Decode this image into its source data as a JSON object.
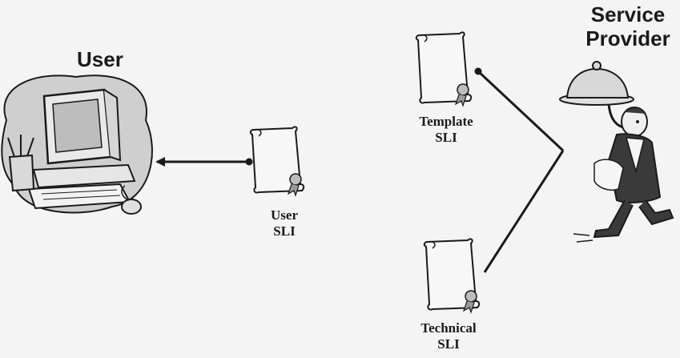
{
  "actors": {
    "user": {
      "label": "User",
      "icon": "computer-icon"
    },
    "provider": {
      "label_line1": "Service",
      "label_line2": "Provider",
      "icon": "waiter-icon"
    }
  },
  "documents": {
    "user_sli": {
      "line1": "User",
      "line2": "SLI",
      "icon": "scroll-icon"
    },
    "template_sli": {
      "line1": "Template",
      "line2": "SLI",
      "icon": "scroll-icon"
    },
    "technical_sli": {
      "line1": "Technical",
      "line2": "SLI",
      "icon": "scroll-icon"
    }
  },
  "colors": {
    "background": "#f4f4f4",
    "ink": "#1a1a1a",
    "shadow": "#cfcfcf"
  }
}
